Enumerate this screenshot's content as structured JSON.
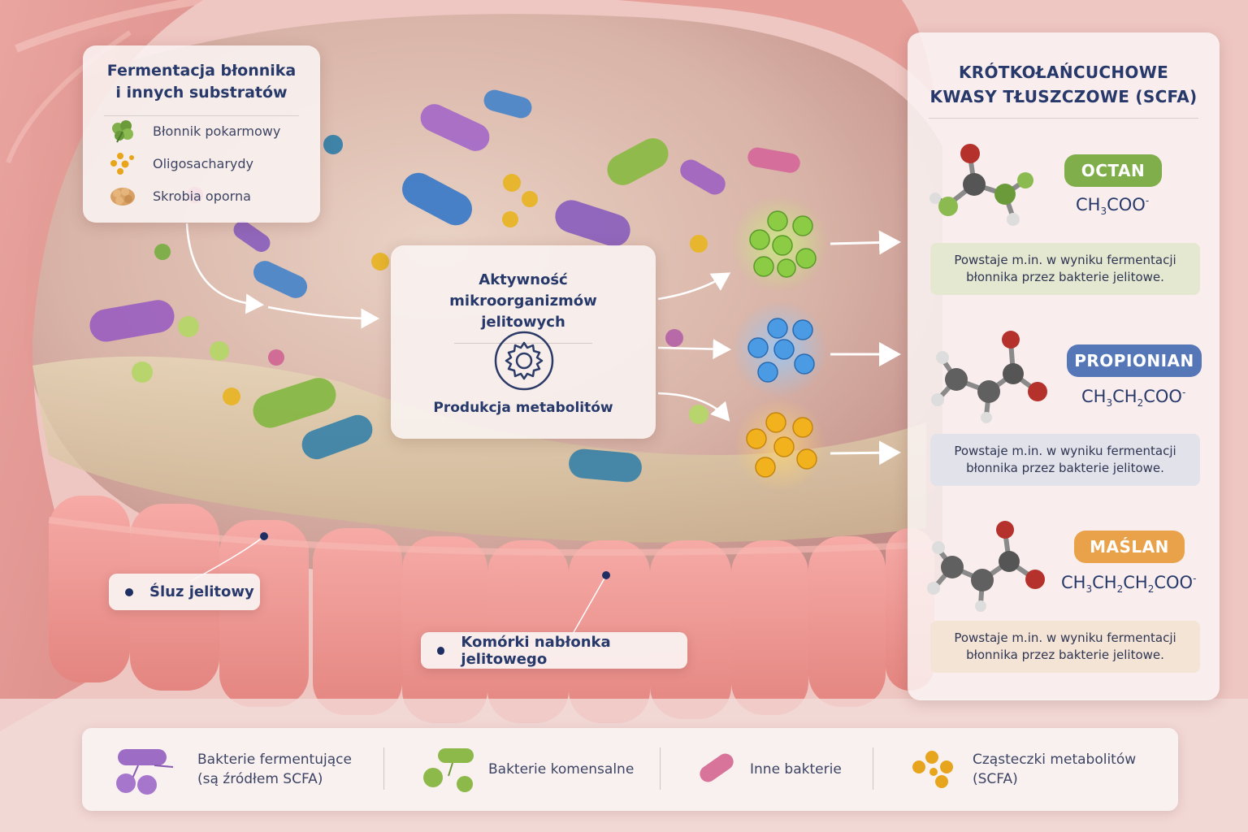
{
  "fermentation": {
    "title": "Fermentacja błonnika\ni innych substratów",
    "items": [
      {
        "label": "Błonnik pokarmowy",
        "icon": "leaf-icon",
        "color": "#6a9a3a"
      },
      {
        "label": "Oligosacharydy",
        "icon": "dots-icon",
        "color": "#e8a51c"
      },
      {
        "label": "Skrobia oporna",
        "icon": "starch-icon",
        "color": "#d9a064"
      }
    ]
  },
  "activity": {
    "title": "Aktywność mikroorganizmów\njelitowych",
    "subtitle": "Produkcja metabolitów",
    "icon": "gear-icon"
  },
  "scfa": {
    "title": "KRÓTKOŁAŃCUCHOWE\nKWASY TŁUSZCZOWE (SCFA)",
    "acids": [
      {
        "name": "OCTAN",
        "formula_html": "CH<sub>3</sub>COO<sup>-</sup>",
        "description": "Powstaje m.in. w wyniku fermentacji\nbłonnika przez bakterie jelitowe.",
        "color": "#7fae4a",
        "desc_bg": "#e4e8d0"
      },
      {
        "name": "PROPIONIAN",
        "formula_html": "CH<sub>3</sub>CH<sub>2</sub>COO<sup>-</sup>",
        "description": "Powstaje m.in. w wyniku fermentacji\nbłonnika przez bakterie jelitowe.",
        "color": "#5577b8",
        "desc_bg": "#e1e2ea"
      },
      {
        "name": "MAŚLAN",
        "formula_html": "CH<sub>3</sub>CH<sub>2</sub>CH<sub>2</sub>COO<sup>-</sup>",
        "description": "Powstaje m.in. w wyniku fermentacji\nbłonnika przez bakterie jelitowe.",
        "color": "#e9a24a",
        "desc_bg": "#f3e4d5"
      }
    ]
  },
  "labels": {
    "mucus": "Śluz jelitowy",
    "epithelium": "Komórki nabłonka jelitowego"
  },
  "legend": [
    {
      "label": "Bakterie fermentujące\n(są źródłem SCFA)",
      "icon": "fermenting-bacteria-icon",
      "color": "#9d6cc4"
    },
    {
      "label": "Bakterie komensalne",
      "icon": "commensal-bacteria-icon",
      "color": "#8db84a"
    },
    {
      "label": "Inne bakterie",
      "icon": "other-bacteria-icon",
      "color": "#d8739a"
    },
    {
      "label": "Cząsteczki metabolitów\n(SCFA)",
      "icon": "metabolite-particles-icon",
      "color": "#e7a51e"
    }
  ]
}
